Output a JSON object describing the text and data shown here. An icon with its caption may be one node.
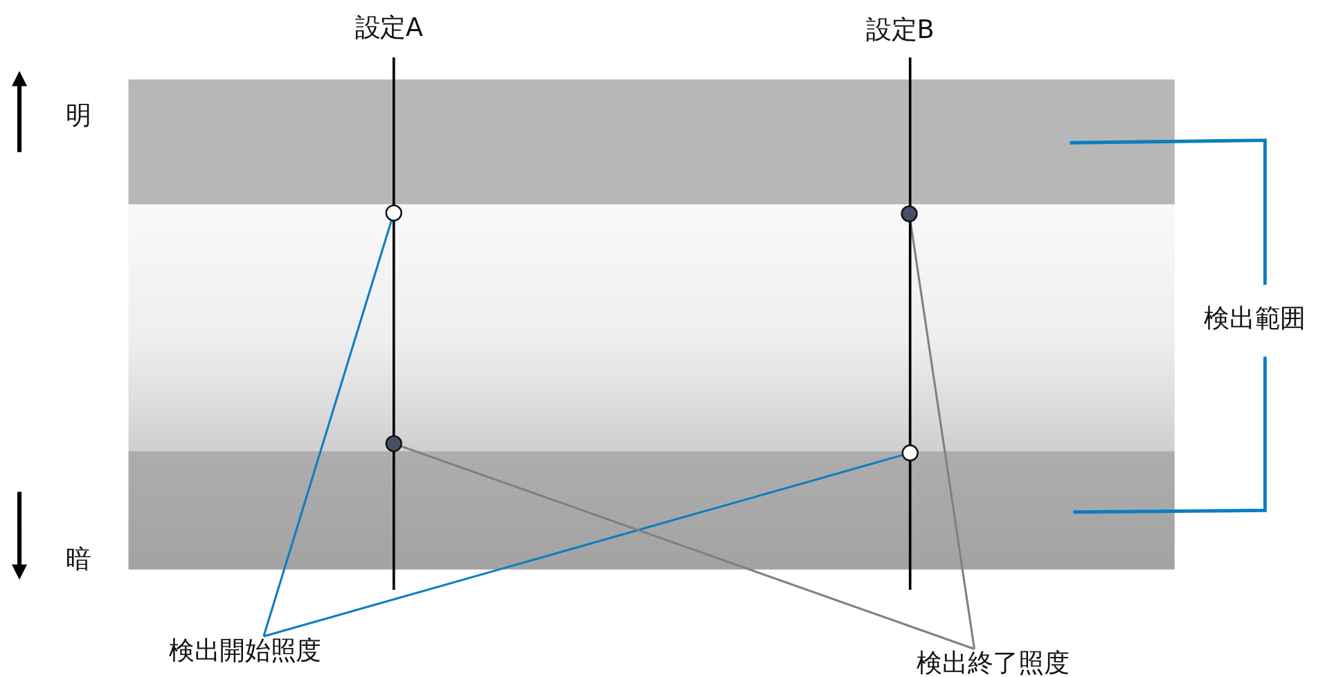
{
  "diagram": {
    "nodes": [
      {
        "text": [
          "検出開始照度"
        ]
      },
      {
        "text": [
          "検出終了照度"
        ]
      },
      {
        "text": [],
        "shape": "circle"
      },
      {
        "text": [],
        "shape": "circle"
      },
      {
        "text": [],
        "shape": "circle"
      },
      {
        "text": [],
        "shape": "circle"
      }
    ],
    "edges": [
      {
        "from": 0,
        "to": 2,
        "arrow": "none",
        "color": "#0a7fc0"
      },
      {
        "from": 0,
        "to": 5,
        "arrow": "none",
        "color": "#0a7fc0"
      },
      {
        "from": 1,
        "to": 3,
        "arrow": "none",
        "color": "#808080"
      },
      {
        "from": 1,
        "to": 4,
        "arrow": "none",
        "color": "#808080"
      }
    ],
    "labels": [
      "設定A",
      "設定B",
      "明",
      "暗",
      "検出範囲"
    ]
  }
}
